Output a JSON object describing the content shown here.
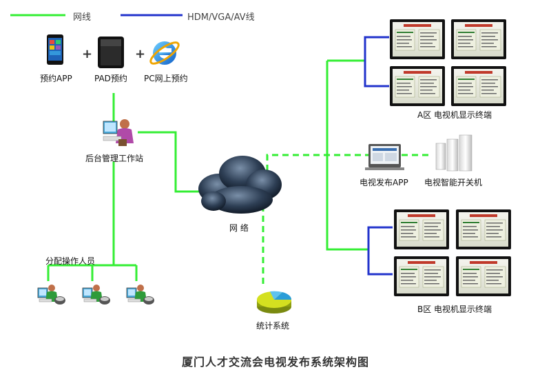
{
  "legend": {
    "network_label": "网线",
    "video_label": "HDM/VGA/AV线",
    "network_color": "#33ee33",
    "video_color": "#2233cc"
  },
  "devices": {
    "app_label": "预约APP",
    "pad_label": "PAD预约",
    "pc_label": "PC网上预约",
    "workstation_label": "后台管理工作站",
    "staff_label": "分配操作人员",
    "network_label": "网 络",
    "stats_label": "统计系统",
    "publish_app_label": "电视发布APP",
    "power_switch_label": "电视智能开关机",
    "zone_a_label": "A区 电视机显示终端",
    "zone_b_label": "B区 电视机显示终端"
  },
  "icons": [
    "phone-icon",
    "tablet-icon",
    "ie-browser-icon",
    "workstation-icon",
    "operator-icon",
    "cloud-icon",
    "pie-chart-icon",
    "tv-screen-icon",
    "server-icon"
  ],
  "caption": "厦门人才交流会电视发布系统架构图"
}
